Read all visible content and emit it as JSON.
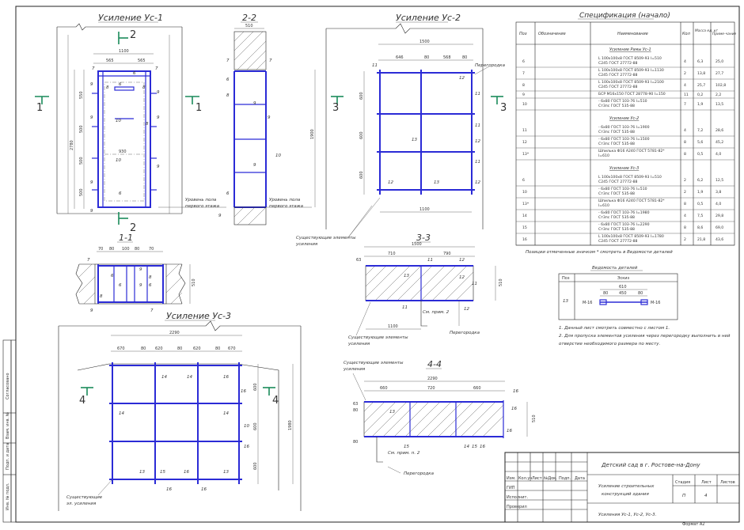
{
  "views": {
    "us1": {
      "title": "Усиление Ус-1",
      "cut_left": "1",
      "cut_right": "1",
      "cut_top": "2",
      "cut_bottom": "2",
      "dims": [
        "1100",
        "565",
        "565",
        "2780",
        "550",
        "500",
        "500",
        "500",
        "930"
      ],
      "marks": [
        "7",
        "6",
        "9",
        "8",
        "6",
        "7",
        "8",
        "9",
        "10",
        "9",
        "8",
        "9",
        "10",
        "9",
        "9",
        "6",
        "9"
      ],
      "level_label_1": "Уровень пола",
      "level_label_2": "первого этажа"
    },
    "s22": {
      "title": "2-2",
      "dims": [
        "510"
      ],
      "marks": [
        "7",
        "7",
        "6",
        "8",
        "9",
        "9",
        "10",
        "9",
        "6",
        "9"
      ],
      "level_label_1": "Уровень пола",
      "level_label_2": "первого этажа"
    },
    "us2": {
      "title": "Усиление Ус-2",
      "cut_left": "3",
      "cut_right": "3",
      "dims": [
        "1500",
        "646",
        "80",
        "568",
        "80",
        "600",
        "600",
        "600",
        "1900",
        "1100"
      ],
      "marks": [
        "11",
        "12",
        "11",
        "13",
        "12",
        "11",
        "11",
        "12",
        "13",
        "12"
      ],
      "label_peregorodka": "Перегородка",
      "label_existing_1": "Существующие элементы",
      "label_existing_2": "усиления"
    },
    "s11": {
      "title": "1-1",
      "dims": [
        "70",
        "80",
        "100",
        "80",
        "70",
        "510"
      ],
      "marks": [
        "7",
        "9",
        "8",
        "6",
        "9",
        "6",
        "6",
        "8",
        "7",
        "9"
      ]
    },
    "s33": {
      "title": "3-3",
      "dims": [
        "710",
        "790",
        "1500",
        "63",
        "510",
        "1100"
      ],
      "marks": [
        "11",
        "12",
        "13",
        "11",
        "12",
        "11",
        "12"
      ],
      "note": "См. прим. 2",
      "label_existing_1": "Существующие элементы",
      "label_existing_2": "усиления",
      "label_peregorodka": "Перегородка"
    },
    "us3": {
      "title": "Усиление Ус-3",
      "cut_left": "4",
      "cut_right": "4",
      "dims": [
        "2290",
        "670",
        "80",
        "620",
        "80",
        "620",
        "80",
        "670",
        "600",
        "600",
        "600",
        "1980"
      ],
      "marks": [
        "14",
        "14",
        "16",
        "16",
        "14",
        "14",
        "10",
        "16",
        "13",
        "15",
        "16",
        "13",
        "16",
        "16"
      ],
      "label_existing_1": "Существующие",
      "label_existing_2": "эл. усиления"
    },
    "s44": {
      "title": "4-4",
      "dims": [
        "2290",
        "660",
        "720",
        "660",
        "63",
        "80",
        "510",
        "80"
      ],
      "marks": [
        "16",
        "16",
        "13",
        "15",
        "16",
        "14",
        "15",
        "16"
      ],
      "note": "См. прим. п. 2",
      "label_existing_1": "Существующие элементы",
      "label_existing_2": "усиления",
      "label_peregorodka": "Перегородка"
    }
  },
  "spec": {
    "title": "Спецификация (начало)",
    "headers": [
      "Поз",
      "Обозначение",
      "Наименование",
      "Кол",
      "Масса ед. кг",
      "Приме-чание"
    ],
    "groups": [
      {
        "name": "Усиление Рамы Ус-1",
        "rows": [
          {
            "pos": "6",
            "lines": [
              "L 100х100х8 ГОСТ 8509-93 l=510",
              "С245 ГОСТ 27772-88"
            ],
            "qty": "4",
            "mass": "6,3",
            "note": "25,0"
          },
          {
            "pos": "7",
            "lines": [
              "L 100х100х8 ГОСТ 8509-93 l=1130",
              "С245 ГОСТ 27772-88"
            ],
            "qty": "2",
            "mass": "13,8",
            "note": "27,7"
          },
          {
            "pos": "8",
            "lines": [
              "L 100х100х8 ГОСТ 8509-93 l=2100",
              "С245 ГОСТ 27772-88"
            ],
            "qty": "4",
            "mass": "25,7",
            "note": "102,8"
          },
          {
            "pos": "9",
            "lines": [
              "БСР М16х150 ГОСТ 28778-90 l=150"
            ],
            "qty": "11",
            "mass": "0,2",
            "note": "2,2"
          },
          {
            "pos": "10",
            "lines": [
              "- 6х80 ГОСТ 103-76 l=510",
              "Ст3пс ГОСТ 535-88"
            ],
            "qty": "7",
            "mass": "1,9",
            "note": "13,5"
          }
        ]
      },
      {
        "name": "Усиление Ус-2",
        "rows": [
          {
            "pos": "11",
            "lines": [
              "- 6х80 ГОСТ 103-76 l=1900",
              "Ст3пс ГОСТ 535-88"
            ],
            "qty": "4",
            "mass": "7,2",
            "note": "28,6"
          },
          {
            "pos": "12",
            "lines": [
              "- 6х80 ГОСТ 103-76 l=1500",
              "Ст3пс ГОСТ 535-88"
            ],
            "qty": "8",
            "mass": "5,6",
            "note": "45,2"
          },
          {
            "pos": "13*",
            "lines": [
              "Шпилька Ф16 А240 ГОСТ 5781-82*",
              "l=610"
            ],
            "qty": "8",
            "mass": "0,5",
            "note": "4,0"
          }
        ]
      },
      {
        "name": "Усиление Ус-3",
        "rows": [
          {
            "pos": "6",
            "lines": [
              "L 100х100х8 ГОСТ 8509-93 l=510",
              "С245 ГОСТ 27772-88"
            ],
            "qty": "2",
            "mass": "6,2",
            "note": "12,5"
          },
          {
            "pos": "10",
            "lines": [
              "- 6х80 ГОСТ 103-76 l=510",
              "Ст3пс ГОСТ 535-88"
            ],
            "qty": "2",
            "mass": "1,9",
            "note": "3,8"
          },
          {
            "pos": "13*",
            "lines": [
              "Шпилька Ф16 А240 ГОСТ 5781-82*",
              "l=610"
            ],
            "qty": "8",
            "mass": "0,5",
            "note": "4,0"
          },
          {
            "pos": "14",
            "lines": [
              "- 6х80 ГОСТ 103-76 l=1980",
              "Ст3пс ГОСТ 535-88"
            ],
            "qty": "4",
            "mass": "7,5",
            "note": "29,8"
          },
          {
            "pos": "15",
            "lines": [
              "- 6х80 ГОСТ 103-76 l=2290",
              "Ст3пс ГОСТ 535-88"
            ],
            "qty": "8",
            "mass": "8,6",
            "note": "69,0"
          },
          {
            "pos": "16",
            "lines": [
              "L 100х100х8 ГОСТ 8509-93 l=1780",
              "С245 ГОСТ 27772-88"
            ],
            "qty": "2",
            "mass": "21,8",
            "note": "43,6"
          }
        ]
      }
    ],
    "footnote": "Позиции отмеченные значком * смотреть в Ведомости деталей"
  },
  "details": {
    "title": "Ведомость деталей",
    "col_pos": "Поз",
    "col_sketch": "Эскиз",
    "pos": "13",
    "dims": [
      "610",
      "80",
      "450",
      "80"
    ],
    "thread": "М-16"
  },
  "notes": [
    "1. Данный лист смотреть совместно с листом 1.",
    "2. Для пропуска элементов усиления через перегородку выполнить в ней",
    "отверстие необходимого размера по месту."
  ],
  "stamp": {
    "project": "Детский сад в г. Ростове-на-Дону",
    "subject_1": "Усиление строительных",
    "subject_2": "конструкций здания",
    "sheet_title": "Усиления Ус-1, Ус-2, Ус-3.",
    "cols": [
      "Изм.",
      "Кол.уч",
      "Лист",
      "№Док.",
      "Подп.",
      "Дата"
    ],
    "roles": [
      "ГИП",
      "Исполнит.",
      "Проверил"
    ],
    "stage_h": "Стадия",
    "sheet_h": "Лист",
    "sheets_h": "Листов",
    "stage": "П",
    "sheet": "4",
    "format": "Формат   А2"
  },
  "side": [
    "Согласовано",
    "Взам. инв. №",
    "Подп. и дата",
    "Инв. № подл."
  ]
}
